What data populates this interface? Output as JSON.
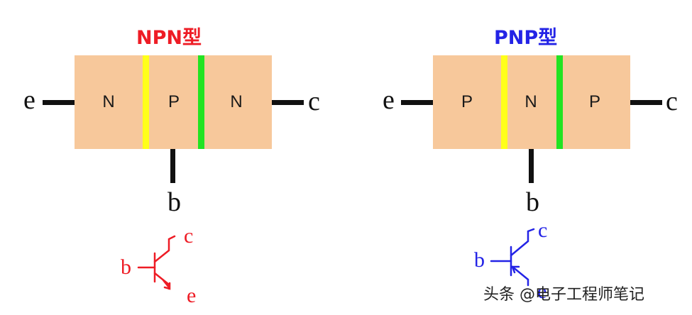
{
  "npn": {
    "title": "NPN型",
    "regions": [
      "N",
      "P",
      "N"
    ],
    "emitter": "e",
    "collector": "c",
    "base": "b",
    "symbol": {
      "base": "b",
      "collector": "c",
      "emitter": "e"
    }
  },
  "pnp": {
    "title": "PNP型",
    "regions": [
      "P",
      "N",
      "P"
    ],
    "emitter": "e",
    "collector": "c",
    "base": "b",
    "symbol": {
      "base": "b",
      "collector": "c",
      "emitter": "e"
    }
  },
  "colors": {
    "npn_accent": "#ee1c25",
    "pnp_accent": "#2323e6",
    "junction_eb": "#ffff1a",
    "junction_bc": "#22e322",
    "semiconductor": "#f7c89b"
  },
  "watermark": "头条 @电子工程师笔记"
}
